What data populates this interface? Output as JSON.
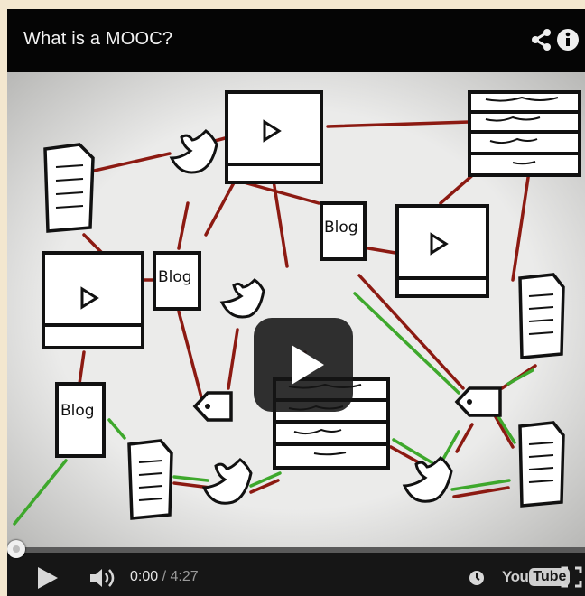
{
  "player": {
    "title": "What is a MOOC?",
    "icons": {
      "share": "share-icon",
      "info": "info-icon",
      "play": "play-icon",
      "volume": "volume-icon",
      "watch_later": "clock-icon",
      "fullscreen": "fullscreen-icon"
    }
  },
  "video": {
    "blog_label": "Blog",
    "colors": {
      "red_link": "#8c1a12",
      "green_link": "#3ea82c",
      "ink": "#111111",
      "paper": "#ffffff"
    }
  },
  "controls": {
    "time_current": "0:00",
    "time_total": " / 4:27",
    "progress_fraction": 0,
    "brand_you": "You",
    "brand_tube": "Tube"
  }
}
